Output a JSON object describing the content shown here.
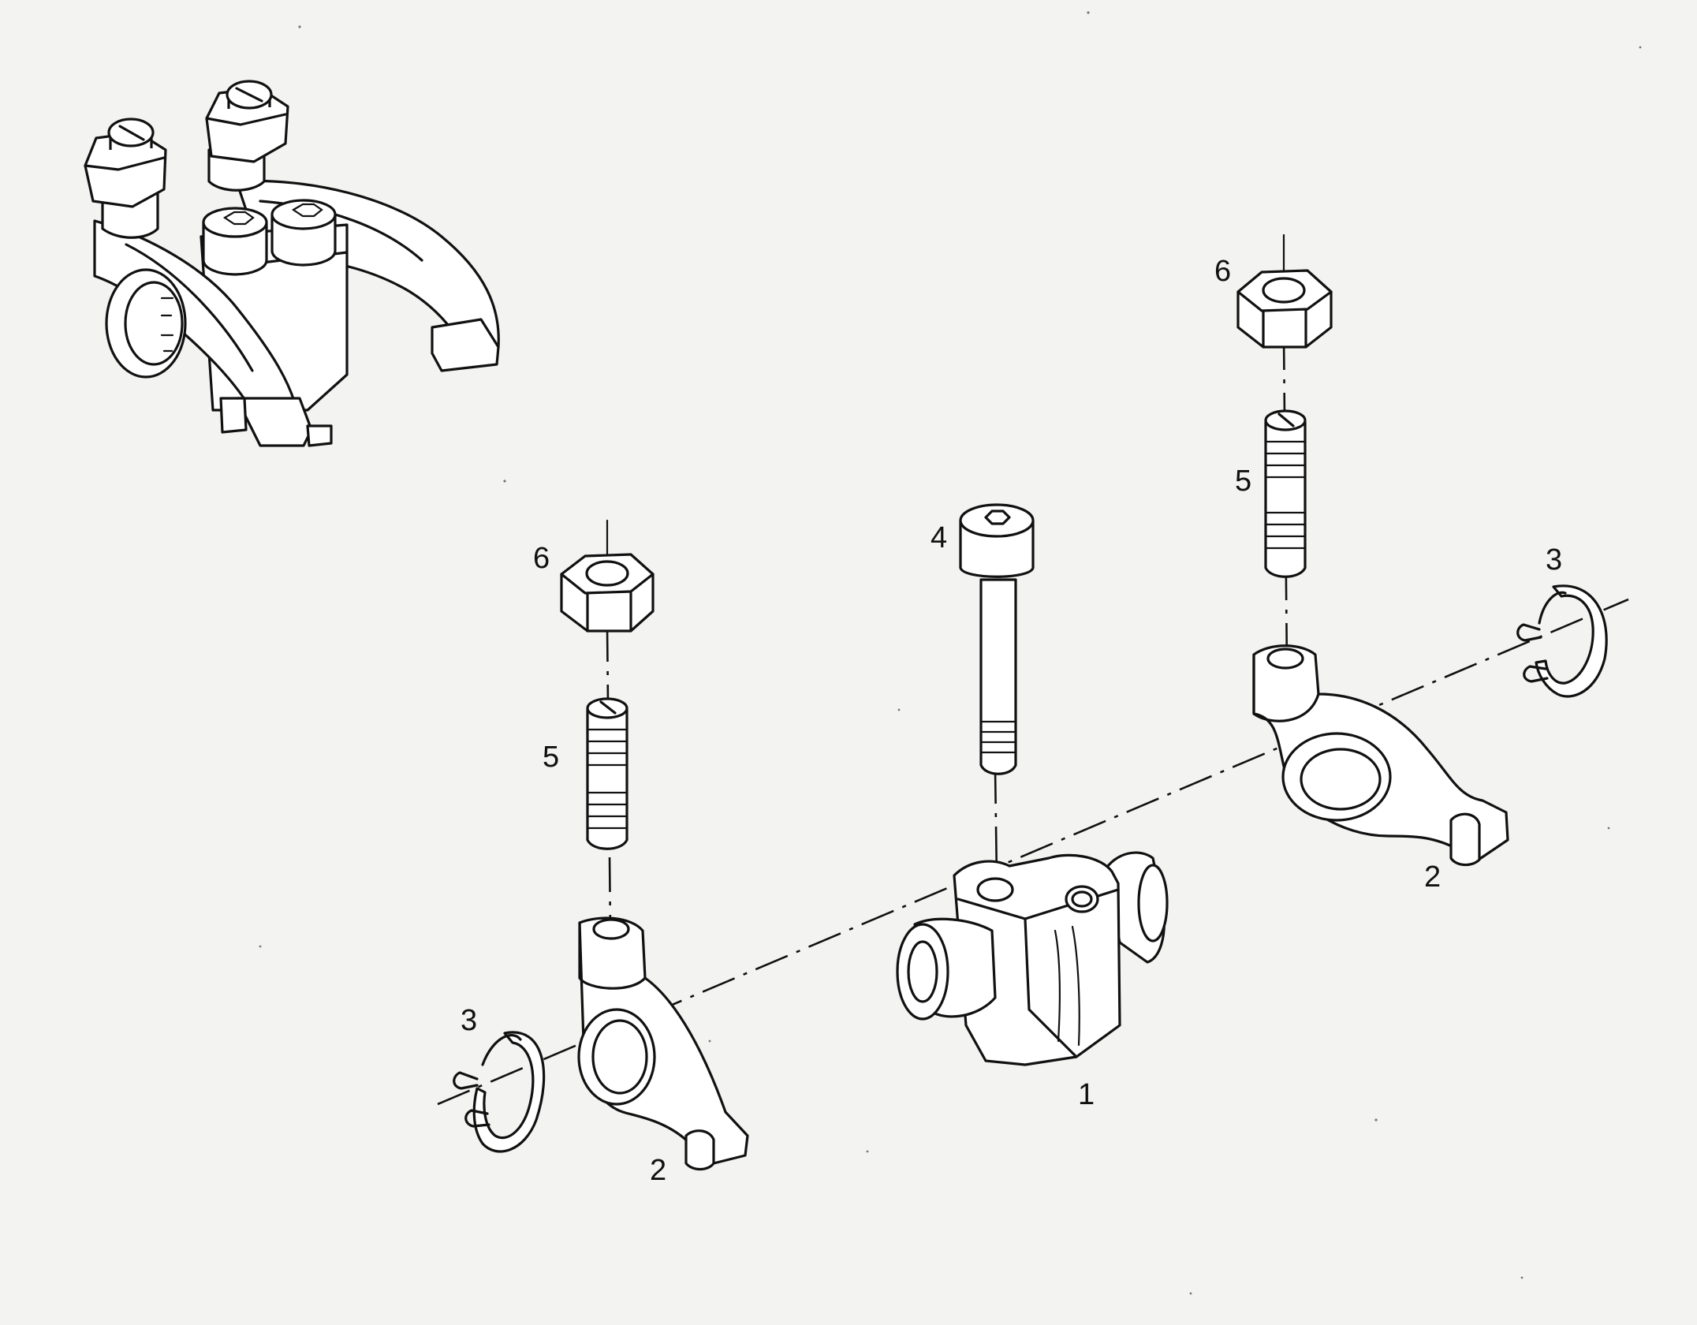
{
  "callouts": {
    "bracket": "1",
    "rocker_left": "2",
    "rocker_right": "2",
    "circlip_left": "3",
    "circlip_right": "3",
    "bolt": "4",
    "screw_left": "5",
    "screw_right": "5",
    "nut_left": "6",
    "nut_right": "6"
  }
}
